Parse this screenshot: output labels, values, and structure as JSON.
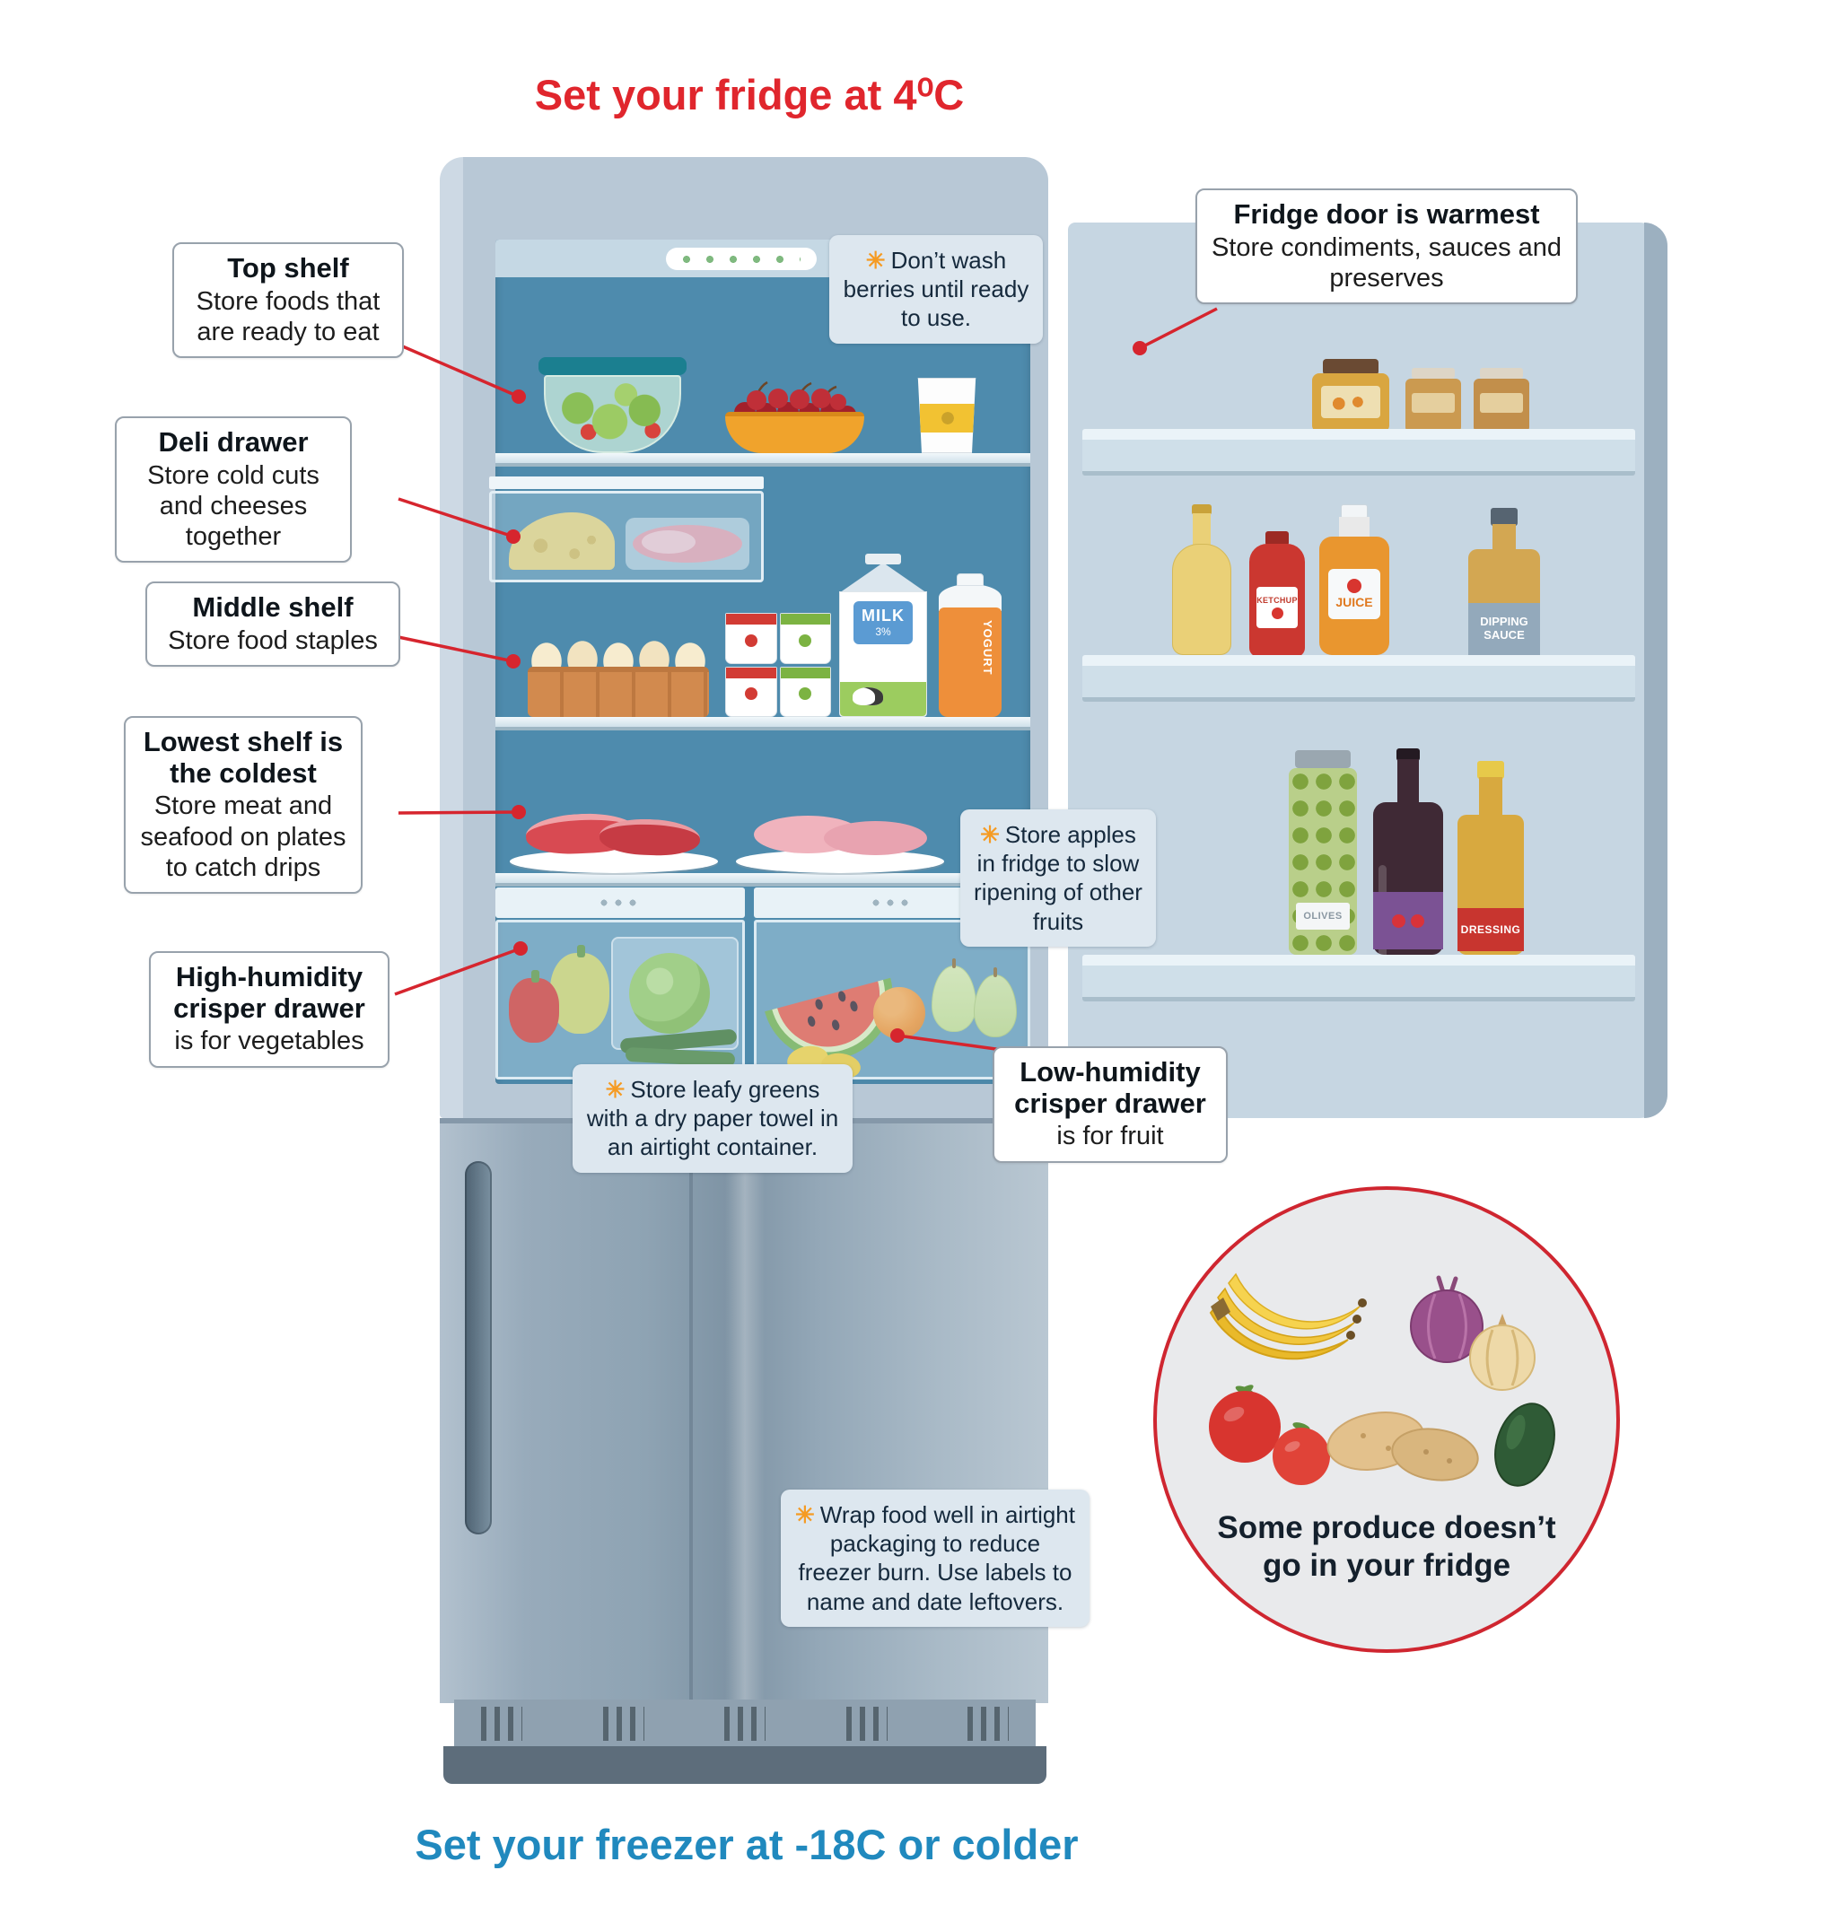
{
  "titles": {
    "fridge": "Set your fridge at 4⁰C",
    "freezer": "Set your freezer at -18C or colder"
  },
  "callouts": {
    "top_shelf": {
      "title": "Top shelf",
      "body": "Store foods that are ready to eat"
    },
    "deli_drawer": {
      "title": "Deli drawer",
      "body": "Store cold cuts and cheeses together"
    },
    "middle_shelf": {
      "title": "Middle shelf",
      "body": "Store food staples"
    },
    "lowest_shelf": {
      "title": "Lowest shelf is the coldest",
      "body": "Store meat and seafood on plates to catch drips"
    },
    "high_humidity": {
      "title": "High-humidity crisper drawer",
      "body": "is for vegetables"
    },
    "fridge_door": {
      "title": "Fridge door is warmest",
      "body": "Store condiments, sauces and preserves"
    },
    "low_humidity": {
      "title": "Low-humidity crisper drawer",
      "body": "is for fruit"
    }
  },
  "tips": {
    "berries": "Don’t wash berries until ready to use.",
    "apples": "Store apples in fridge to slow ripening of other fruits",
    "greens": "Store leafy greens with a dry paper towel in an airtight container.",
    "freezer": "Wrap food well in airtight packaging to reduce freezer burn. Use labels to name and date leftovers."
  },
  "tip_icon": "✳",
  "circle": {
    "caption": "Some produce doesn’t go in your fridge"
  },
  "labels": {
    "milk": "MILK",
    "milk_fat": "3%",
    "yogurt_drink": "YOGURT",
    "juice": "JUICE",
    "ketchup": "KETCHUP",
    "dipping_sauce": "DIPPING SAUCE",
    "olives": "OLIVES",
    "dressing": "DRESSING"
  },
  "colors": {
    "accent_red": "#d6252e",
    "fridge_title_red": "#e0262d",
    "freezer_title_blue": "#2089be",
    "interior_blue": "#4e8bad",
    "tip_star_orange": "#f59b23"
  }
}
